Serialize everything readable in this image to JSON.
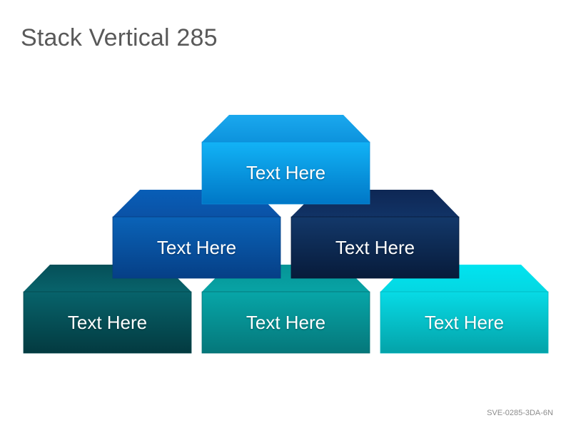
{
  "title": "Stack Vertical 285",
  "footer_code": "SVE-0285-3DA-6N",
  "blocks": [
    {
      "label": "Text Here",
      "color": "#00a8ee"
    },
    {
      "label": "Text Here",
      "color": "#0a5fb4"
    },
    {
      "label": "Text Here",
      "color": "#0f2d5c"
    },
    {
      "label": "Text Here",
      "color": "#045c63"
    },
    {
      "label": "Text Here",
      "color": "#069ea0"
    },
    {
      "label": "Text Here",
      "color": "#06d8e6"
    }
  ]
}
